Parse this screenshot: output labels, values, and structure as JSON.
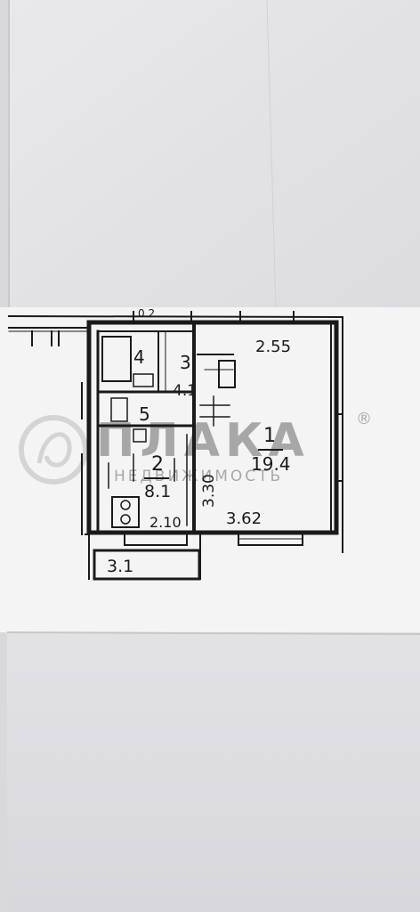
{
  "watermark": {
    "brand": "ПЛАКА",
    "registered": "®",
    "tagline": "НЕДВИЖИМОСТЬ"
  },
  "plan": {
    "rooms": [
      {
        "number": "1",
        "area": "19.4"
      },
      {
        "number": "2",
        "area": "8.1"
      },
      {
        "number": "3",
        "area": "4.1"
      },
      {
        "number": "4",
        "area": ""
      },
      {
        "number": "5",
        "area": ""
      }
    ],
    "balcony_area": "3.1",
    "dimensions": {
      "top_right": "2.55",
      "room1_bottom": "3.62",
      "room2_bottom": "2.10",
      "vertical": "3.30",
      "top_wall": "0.2"
    }
  }
}
